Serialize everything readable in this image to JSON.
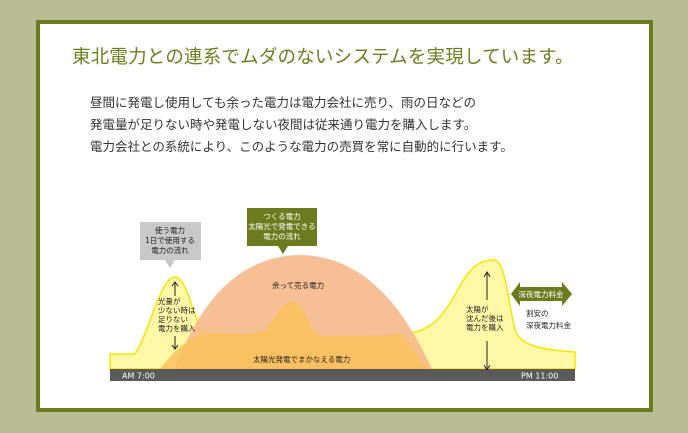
{
  "title": "東北電力との連系でムダのないシステムを実現しています。",
  "paragraph": [
    "昼間に発電し使用しても余った電力は電力会社に売り、雨の日などの",
    "発電量が足りない時や発電しない夜間は従来通り電力を購入します。",
    "電力会社との系統により、このような電力の売買を常に自動的に行います。"
  ],
  "diagram": {
    "usage_label": [
      "使う電力",
      "1日で使用する",
      "電力の流れ"
    ],
    "generate_label": [
      "つくる電力",
      "太陽光で発電できる",
      "電力の流れ"
    ],
    "surplus": "余って売る電力",
    "solar_covered": "太陽光発電でまかなえる電力",
    "morning_buy": [
      "光量が",
      "少ない時は",
      "足りない",
      "電力を購入"
    ],
    "evening_buy": [
      "太陽が",
      "沈んだ後は",
      "電力を購入"
    ],
    "night_rate_badge": "深夜電力料金",
    "night_rate_note": [
      "割安の",
      "深夜電力料金"
    ],
    "time_start": "AM 7:00",
    "time_end": "PM 11:00",
    "colors": {
      "usage": "#fdf7a6",
      "usage_stroke": "#f2e600",
      "surplus": "#f6b889",
      "solar": "#fac15a",
      "green": "#6b7b1d",
      "bar": "#5a5a5a"
    }
  }
}
